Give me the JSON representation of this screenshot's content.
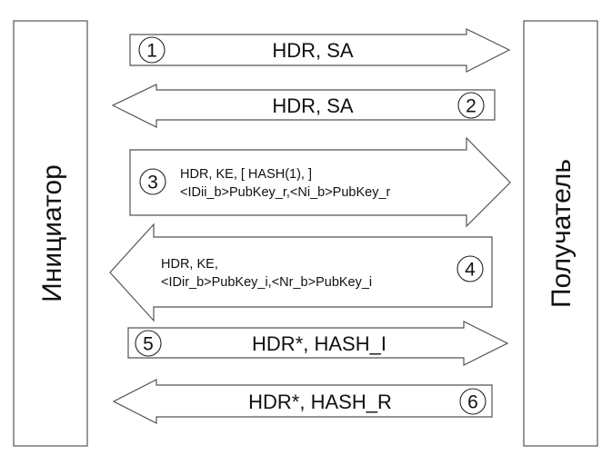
{
  "parties": {
    "left": "Инициатор",
    "right": "Получатель"
  },
  "messages": [
    {
      "step": "1",
      "direction": "right",
      "lines": [
        "HDR, SA"
      ]
    },
    {
      "step": "2",
      "direction": "left",
      "lines": [
        "HDR, SA"
      ]
    },
    {
      "step": "3",
      "direction": "right",
      "lines": [
        "HDR, KE, [ HASH(1), ]",
        "<IDii_b>PubKey_r,<Ni_b>PubKey_r"
      ]
    },
    {
      "step": "4",
      "direction": "left",
      "lines": [
        "HDR, KE,",
        "<IDir_b>PubKey_i,<Nr_b>PubKey_i"
      ]
    },
    {
      "step": "5",
      "direction": "right",
      "lines": [
        "HDR*, HASH_I"
      ]
    },
    {
      "step": "6",
      "direction": "left",
      "lines": [
        "HDR*, HASH_R"
      ]
    }
  ]
}
